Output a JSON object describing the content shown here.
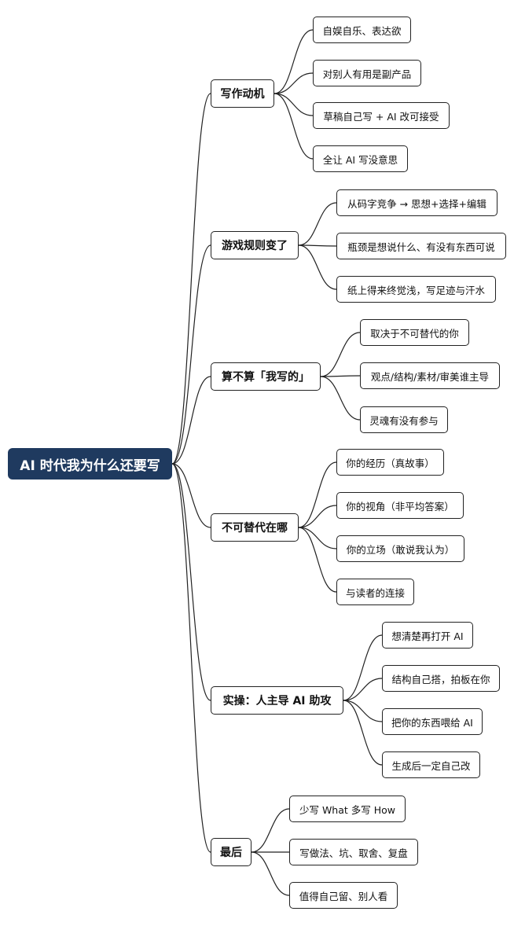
{
  "root": {
    "label": "AI 时代我为什么还要写"
  },
  "colors": {
    "root_bg": "#1f3a5f",
    "line": "#222222"
  },
  "branches": [
    {
      "label": "写作动机",
      "children": [
        "自娱自乐、表达欲",
        "对别人有用是副产品",
        "草稿自己写 + AI 改可接受",
        "全让 AI 写没意思"
      ]
    },
    {
      "label": "游戏规则变了",
      "children": [
        "从码字竞争 → 思想+选择+编辑",
        "瓶颈是想说什么、有没有东西可说",
        "纸上得来终觉浅，写足迹与汗水"
      ]
    },
    {
      "label": "算不算「我写的」",
      "children": [
        "取决于不可替代的你",
        "观点/结构/素材/审美谁主导",
        "灵魂有没有参与"
      ]
    },
    {
      "label": "不可替代在哪",
      "children": [
        "你的经历（真故事）",
        "你的视角（非平均答案）",
        "你的立场（敢说我认为）",
        "与读者的连接"
      ]
    },
    {
      "label": "实操：人主导 AI 助攻",
      "children": [
        "想清楚再打开 AI",
        "结构自己搭，拍板在你",
        "把你的东西喂给 AI",
        "生成后一定自己改"
      ]
    },
    {
      "label": "最后",
      "children": [
        "少写 What 多写 How",
        "写做法、坑、取舍、复盘",
        "值得自己留、别人看"
      ]
    }
  ]
}
